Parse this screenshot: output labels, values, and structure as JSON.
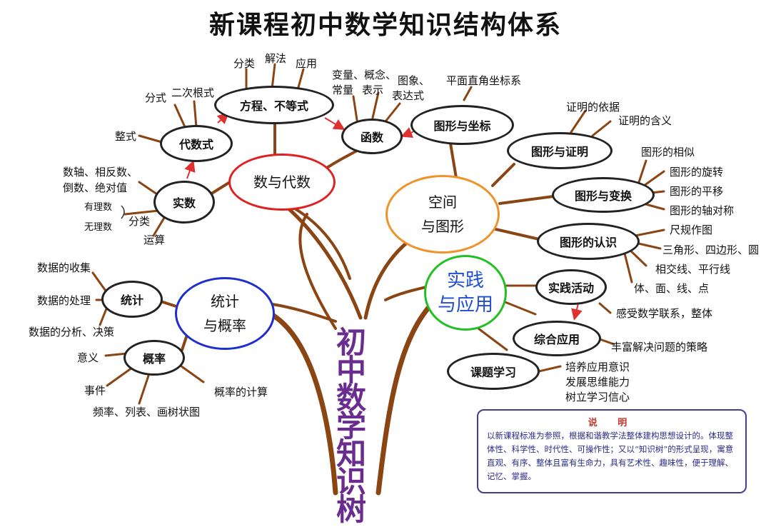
{
  "title": "新课程初中数学知识结构体系",
  "vertical_title": "初中数学知识树",
  "centers": {
    "number_algebra": "数与代数",
    "space_figure": "空间\n与图形",
    "statistics_prob": "统计\n与概率",
    "practice": "实践\n与应用"
  },
  "nodes": {
    "equations": "方程、不等式",
    "algebraic": "代数式",
    "real": "实数",
    "function": "函数",
    "coord": "图形与坐标",
    "proof": "图形与证明",
    "transform": "图形与变换",
    "recognition": "图形的认识",
    "stats": "统计",
    "prob": "概率",
    "activity": "实践活动",
    "comprehensive": "综合应用",
    "topic": "课题学习"
  },
  "labels": {
    "classify": "分类",
    "solve": "解法",
    "apply": "应用",
    "fraction": "分式",
    "radical": "二次根式",
    "integral": "整式",
    "numline1": "数轴、相反数、",
    "numline2": "倒数、绝对值",
    "rational": "有理数",
    "irrational": "无理数",
    "classify2": "分类",
    "operation": "运算",
    "var1": "变量、概念、",
    "var2": "常量",
    "var3": "表示",
    "image1": "图象、",
    "image2": "表达式",
    "plane": "平面直角坐标系",
    "proof_basis": "证明的依据",
    "proof_meaning": "证明的含义",
    "similar": "图形的相似",
    "rotate": "图形的旋转",
    "translate": "图形的平移",
    "symmetric": "图形的轴对称",
    "ruler": "尺规作图",
    "shapes": "三角形、四边形、圆",
    "lines": "相交线、平行线",
    "solid": "体、面、线、点",
    "collect": "数据的收集",
    "process": "数据的处理",
    "analysis": "数据的分析、决策",
    "meaning": "意义",
    "event": "事件",
    "freq": "频率、列表、画树状图",
    "calc": "概率的计算",
    "feel": "感受数学联系，整体",
    "strategy": "丰富解决问题的策略",
    "cultivate": "培养应用意识",
    "develop": "发展思维能力",
    "confidence": "树立学习信心"
  },
  "note": {
    "title": "说 明",
    "body": "以新课程标准为参照，根据和谐教学法整体建构思想设计的。体现整体性、科学性、时代性、可操作性；又以“知识树”的形式呈现，寓意直观、有序、整体且富有生命力，具有艺术性、趣味性，便于理解、记忆、掌握。"
  },
  "colors": {
    "branch": "#8b4513",
    "number_algebra": "#e02020",
    "space_figure": "#f0922b",
    "statistics_prob": "#1f2fcf",
    "practice": "#22c022",
    "practice_text": "#1f4fd0",
    "vertical_title": "#6a2c8f",
    "arrow": "#e03030"
  }
}
